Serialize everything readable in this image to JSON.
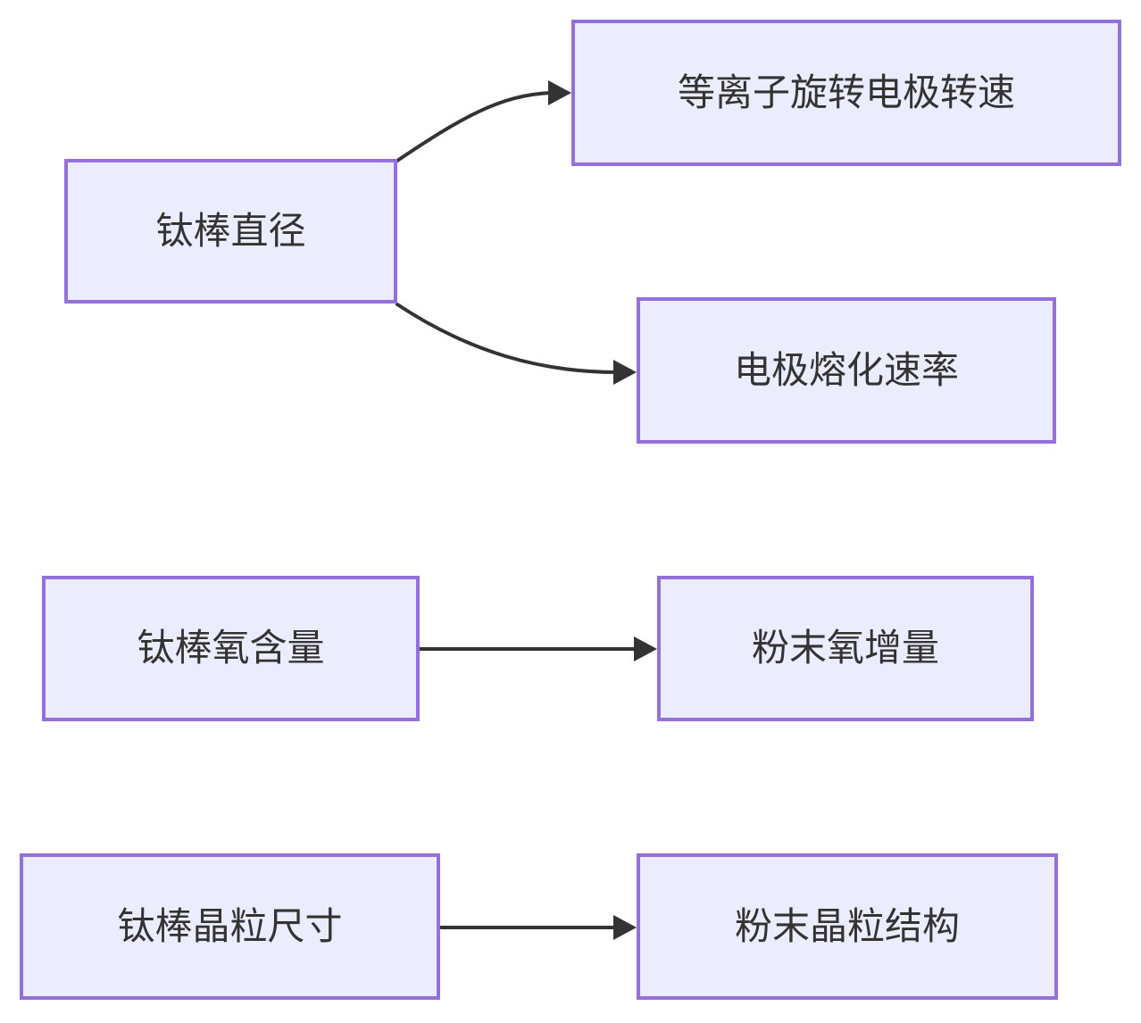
{
  "diagram": {
    "type": "flowchart",
    "direction": "left-to-right",
    "nodes": [
      {
        "id": "A",
        "label": "钛棒直径"
      },
      {
        "id": "B",
        "label": "等离子旋转电极转速"
      },
      {
        "id": "C",
        "label": "电极熔化速率"
      },
      {
        "id": "D",
        "label": "钛棒氧含量"
      },
      {
        "id": "E",
        "label": "粉末氧增量"
      },
      {
        "id": "F",
        "label": "钛棒晶粒尺寸"
      },
      {
        "id": "G",
        "label": "粉末晶粒结构"
      }
    ],
    "edges": [
      {
        "from": "钛棒直径",
        "to": "等离子旋转电极转速",
        "style": "curved-arrow"
      },
      {
        "from": "钛棒直径",
        "to": "电极熔化速率",
        "style": "curved-arrow"
      },
      {
        "from": "钛棒氧含量",
        "to": "粉末氧增量",
        "style": "straight-arrow"
      },
      {
        "from": "钛棒晶粒尺寸",
        "to": "粉末晶粒结构",
        "style": "straight-arrow"
      }
    ],
    "colors": {
      "node_fill": "#ECECFF",
      "node_border": "#9370DB",
      "arrow": "#333333",
      "text": "#333333",
      "background": "#FFFFFF"
    }
  }
}
